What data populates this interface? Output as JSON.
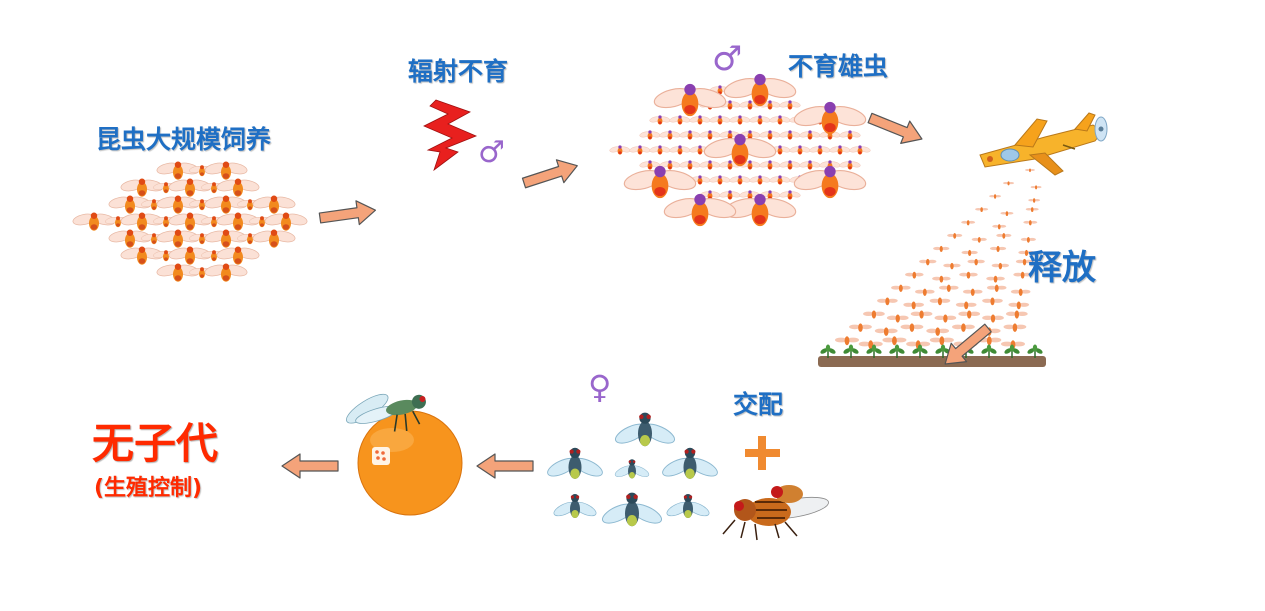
{
  "labels": {
    "mass_rearing": "昆虫大规模饲养",
    "irradiation": "辐射不育",
    "sterile_males": "不育雄虫",
    "release": "释放",
    "mating": "交配",
    "no_offspring": "无子代",
    "birth_control": "(生殖控制)"
  },
  "symbols": {
    "male": "♂",
    "female": "♀",
    "plus": "+"
  },
  "icons": [
    "fly-icon",
    "airplane-icon",
    "orange-fruit-icon",
    "lightning-icon",
    "arrow-icon",
    "crop-row-icon"
  ],
  "colors": {
    "label_blue": "#1f6fc4",
    "label_red": "#ff2a00",
    "arrow_fill": "#f4a37a",
    "male_symbol": "#9966cc",
    "lightning_red": "#e8201e",
    "orange_fruit": "#f7941d",
    "plus_orange": "#f08a30"
  }
}
